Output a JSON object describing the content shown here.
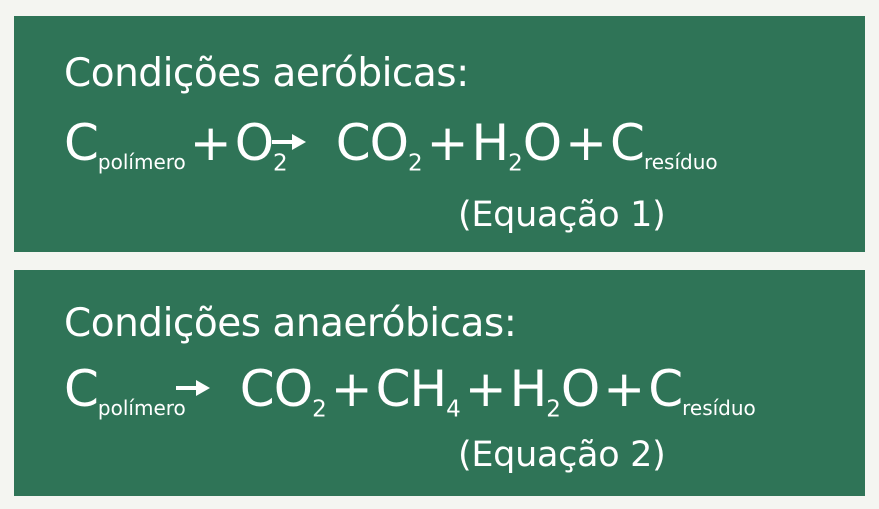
{
  "colors": {
    "background": "#f4f5f1",
    "panel": "#2f7457",
    "text": "#ffffff"
  },
  "aerobic": {
    "heading": "Condições aeróbicas:",
    "reactant_symbol": "C",
    "reactant_subscript": "polímero",
    "plus_1": "+",
    "oxygen_symbol": "O",
    "oxygen_subscript": "2",
    "arrow_icon": "right-arrow-icon",
    "co2_symbol": "CO",
    "co2_subscript": "2",
    "plus_2": "+",
    "h2o_h": "H",
    "h2o_subscript": "2",
    "h2o_o": "O",
    "plus_3": "+",
    "residue_symbol": "C",
    "residue_subscript": "resíduo",
    "label": "(Equação 1)"
  },
  "anaerobic": {
    "heading": "Condições anaeróbicas:",
    "reactant_symbol": "C",
    "reactant_subscript": "polímero",
    "arrow_icon": "right-arrow-icon",
    "co2_symbol": "CO",
    "co2_subscript": "2",
    "plus_1": "+",
    "ch4_symbol": "CH",
    "ch4_subscript": "4",
    "plus_2": "+",
    "h2o_h": "H",
    "h2o_subscript": "2",
    "h2o_o": "O",
    "plus_3": "+",
    "residue_symbol": "C",
    "residue_subscript": "resíduo",
    "label": "(Equação 2)"
  }
}
